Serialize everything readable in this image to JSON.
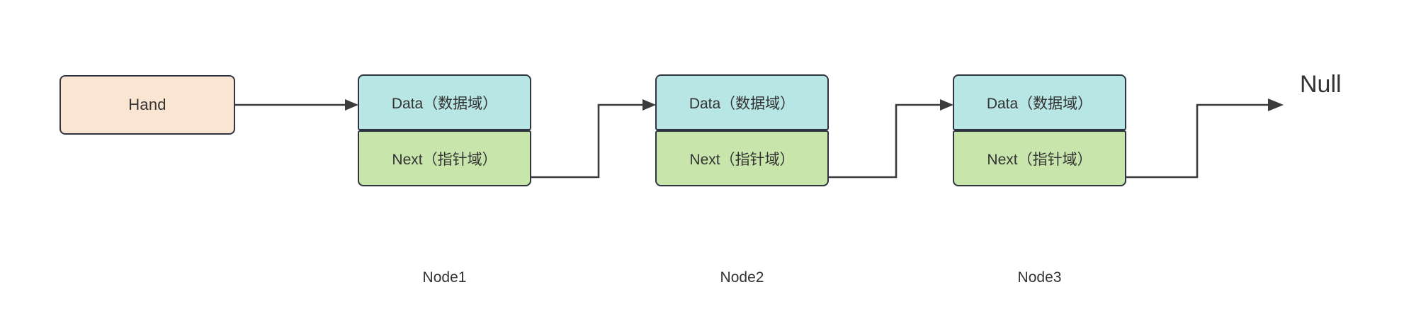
{
  "diagram": {
    "title_text": "",
    "background_color": "#ffffff",
    "stroke_color": "#3b3b3b",
    "text_color": "#333333"
  },
  "head_pointer": {
    "label": "Hand",
    "fill_color": "#fae5d3",
    "border_color": "#2e3440"
  },
  "terminator": {
    "label": "Null"
  },
  "cell_fills": {
    "data": "#b8e6e4",
    "next": "#c8e6ab"
  },
  "nodes": [
    {
      "id": "node1",
      "caption": "Node1",
      "data_label": "Data（数据域）",
      "next_label": "Next（指针域）"
    },
    {
      "id": "node2",
      "caption": "Node2",
      "data_label": "Data（数据域）",
      "next_label": "Next（指针域）"
    },
    {
      "id": "node3",
      "caption": "Node3",
      "data_label": "Data（数据域）",
      "next_label": "Next（指针域）"
    }
  ],
  "connectors": [
    {
      "id": "hand-to-node1",
      "from": "Hand",
      "to": "Node1",
      "style": "straight-arrow"
    },
    {
      "id": "node1-to-node2",
      "from": "Node1.Next",
      "to": "Node2.Data",
      "style": "elbow-arrow"
    },
    {
      "id": "node2-to-node3",
      "from": "Node2.Next",
      "to": "Node3.Data",
      "style": "elbow-arrow"
    },
    {
      "id": "node3-to-null",
      "from": "Node3.Next",
      "to": "Null",
      "style": "elbow-arrow"
    }
  ],
  "chart_data": {
    "type": "diagram",
    "subtype": "singly-linked-list",
    "title": "",
    "sequence": [
      "Hand",
      "Node1",
      "Node2",
      "Node3",
      "Null"
    ],
    "node_fields": [
      "Data（数据域）",
      "Next（指针域）"
    ],
    "edges": [
      {
        "source": "Hand",
        "target": "Node1"
      },
      {
        "source": "Node1",
        "target": "Node2"
      },
      {
        "source": "Node2",
        "target": "Node3"
      },
      {
        "source": "Node3",
        "target": "Null"
      }
    ]
  }
}
